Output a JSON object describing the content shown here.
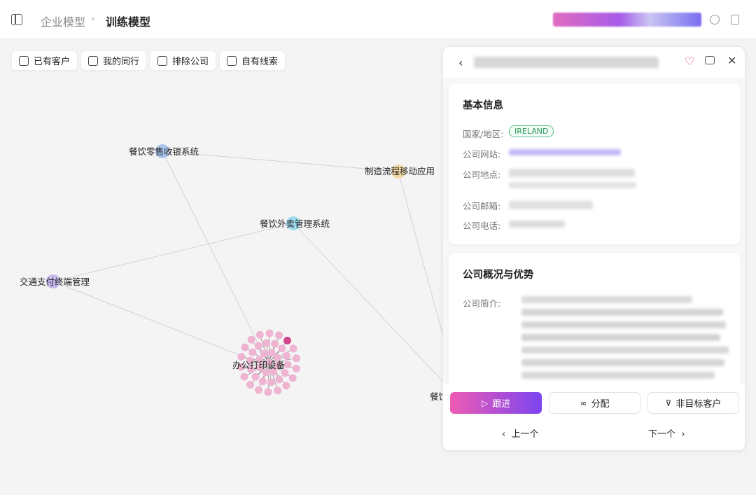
{
  "header": {
    "breadcrumb_root": "企业模型",
    "breadcrumb_sep": "›",
    "breadcrumb_current": "训练模型"
  },
  "filters": [
    {
      "label": "已有客户",
      "icon": "handshake-icon"
    },
    {
      "label": "我的同行",
      "icon": "binoculars-icon"
    },
    {
      "label": "排除公司",
      "icon": "copy-icon"
    },
    {
      "label": "自有线索",
      "icon": "contact-icon"
    }
  ],
  "graph": {
    "nodes": [
      {
        "label": "餐饮零售收银系统",
        "color": "#a9c4ea"
      },
      {
        "label": "制造流程移动应用",
        "color": "#f2d9a6"
      },
      {
        "label": "餐饮外卖管理系统",
        "color": "#9fdcef"
      },
      {
        "label": "交通支付终端管理",
        "color": "#c7b8ee"
      },
      {
        "label": "办公打印设备",
        "color": "#eeb4d1"
      },
      {
        "label": "餐饮",
        "color": "#dddddd"
      }
    ]
  },
  "panel": {
    "basic_title": "基本信息",
    "labels": {
      "country": "国家/地区:",
      "website": "公司网站:",
      "address": "公司地点:",
      "email": "公司邮箱:",
      "phone": "公司电话:"
    },
    "country_value": "IRELAND",
    "overview_title": "公司概况与优势",
    "intro_label": "公司简介:",
    "actions": {
      "follow": "跟进",
      "assign": "分配",
      "not_target": "非目标客户"
    },
    "nav": {
      "prev": "上一个",
      "next": "下一个"
    }
  },
  "colors": {
    "accent_start": "#ee5bb3",
    "accent_end": "#7b45f0",
    "tag_green": "#2e9a5e",
    "heart": "#e0406a"
  }
}
